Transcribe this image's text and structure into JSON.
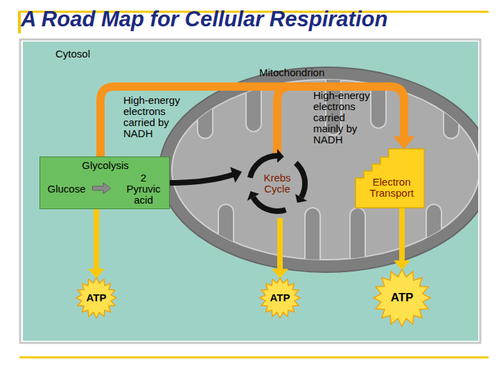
{
  "diagram": {
    "title": "A Road Map for Cellular Respiration",
    "nodes": [
      {
        "text": [
          "Glycolysis",
          "Glucose",
          "2 Pyruvic acid"
        ]
      },
      {
        "text": [
          "Krebs Cycle"
        ]
      },
      {
        "text": [
          "Electron Transport"
        ]
      },
      {
        "text": [
          "ATP"
        ]
      },
      {
        "text": [
          "ATP"
        ]
      },
      {
        "text": [
          "ATP"
        ]
      }
    ],
    "edges": [
      {
        "from": 0,
        "to": 1,
        "arrow": "to"
      },
      {
        "from": 0,
        "to": 3,
        "arrow": "to"
      },
      {
        "from": 1,
        "to": 4,
        "arrow": "to"
      },
      {
        "from": 2,
        "to": 5,
        "arrow": "to"
      },
      {
        "from": 0,
        "to": 2,
        "label": "High-energy electrons carried by NADH",
        "arrow": "to"
      },
      {
        "from": 1,
        "to": 2,
        "label": "High-energy electrons carried mainly by NADH",
        "arrow": "to"
      }
    ],
    "labels": [
      "Cytosol",
      "Mitochondrion"
    ]
  }
}
